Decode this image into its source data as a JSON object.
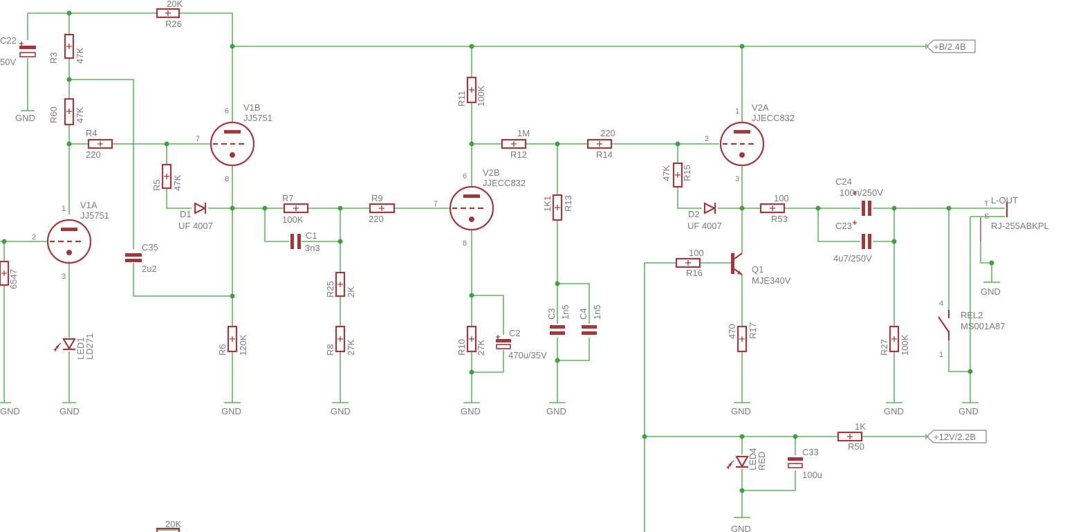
{
  "labels": {
    "r26_val": "20K",
    "r26": "R26",
    "c22": "C22",
    "c22_val": "50V",
    "gnd_c22": "GND",
    "r3": "R3",
    "r3_val": "47K",
    "r60": "R60",
    "r60_val": "47K",
    "r4": "R4",
    "r4_val": "220",
    "v1a": "V1A",
    "v1a_val": "JJ5751",
    "r_left_val": "6547",
    "led1": "LED1",
    "led1_val": "LD271",
    "gnd_left": "GND",
    "gnd_led1": "GND",
    "c35": "C35",
    "c35_val": "2u2",
    "r5": "R5",
    "r5_val": "47K",
    "d1": "D1",
    "d1_val": "UF 4007",
    "v1b": "V1B",
    "v1b_val": "JJ5751",
    "r6": "R6",
    "r6_val": "120K",
    "gnd_r6": "GND",
    "r7": "R7",
    "r7_val": "100K",
    "c1": "C1",
    "c1_val": "3n3",
    "r9": "R9",
    "r9_val": "220",
    "r25": "R25",
    "r25_val": "2K",
    "r8": "R8",
    "r8_val": "27K",
    "gnd_r8": "GND",
    "r11": "R11",
    "r11_val": "100K",
    "v2b": "V2B",
    "v2b_val": "JJECC832",
    "r10": "R10",
    "r10_val": "27K",
    "c2": "C2",
    "c2_val": "470u/35V",
    "gnd_r10": "GND",
    "r12": "R12",
    "r12_val": "1M",
    "r14": "R14",
    "r14_val": "220",
    "r13": "R13",
    "r13_val": "1K1",
    "c3": "C3",
    "c3_val": "1n5",
    "c4": "C4",
    "c4_val": "1n5",
    "gnd_r13": "GND",
    "r15": "R15",
    "r15_val": "47K",
    "d2": "D2",
    "d2_val": "UF 4007",
    "v2a": "V2A",
    "v2a_val": "JJECC832",
    "r53": "R53",
    "r53_val": "100",
    "r16": "R16",
    "r16_val": "100",
    "q1": "Q1",
    "q1_val": "MJE340V",
    "r17": "R17",
    "r17_val": "470",
    "gnd_r17": "GND",
    "c24": "C24",
    "c24_val": "100n/250V",
    "c23": "C23",
    "c23_val": "4u7/250V",
    "r27": "R27",
    "r27_val": "100K",
    "gnd_r27": "GND",
    "lout": "L-OUT",
    "lout_s": "S",
    "lout_t": "T",
    "rj": "RJ-255ABKPL",
    "gnd_jack": "GND",
    "rel2": "REL2",
    "rel2_val": "MS001A87",
    "gnd_rel": "GND",
    "led4": "LED4",
    "led4_val": "RED",
    "gnd_led4": "GND",
    "c33": "C33",
    "c33_val": "100u",
    "r50": "R50",
    "r50_val": "1K",
    "bottom_val": "20K",
    "port_b": "+B/2.4B",
    "port_12v": "+12V/2.2B"
  },
  "pins": {
    "v1b_p6": "6",
    "v1b_p7": "7",
    "v1b_p8": "8",
    "v1a_p1": "1",
    "v1a_p2": "2",
    "v1a_p3": "3",
    "v2b_p6": "6",
    "v2b_p7": "7",
    "v2b_p8": "8",
    "v2a_p1": "1",
    "v2a_p2": "2",
    "v2a_p3": "3",
    "rel_p4": "4",
    "rel_p1": "1"
  },
  "colors": {
    "wire": "#3fa23f",
    "part": "#a4373c",
    "text": "#7c7c7c",
    "port": "#9a9a9a",
    "background": "#ffffff"
  }
}
